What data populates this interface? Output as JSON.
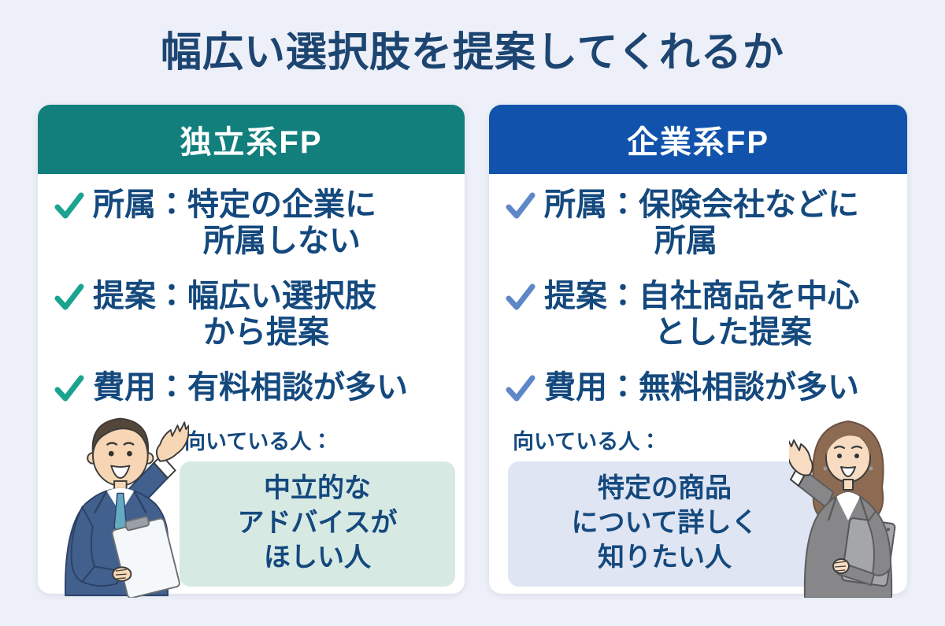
{
  "page": {
    "title": "幅広い選択肢を提案してくれるか",
    "bg": "#edf0f8",
    "title_color": "#1d4571",
    "text_color": "#14497e"
  },
  "cards": [
    {
      "header": "独立系FP",
      "header_bg": "#127f7d",
      "check_color": "#1aa38e",
      "fit_box_bg": "#d7e9e3",
      "items": [
        {
          "lines": [
            "所属：特定の企業に",
            "所属しない"
          ]
        },
        {
          "lines": [
            "提案：幅広い選択肢",
            "から提案"
          ]
        },
        {
          "lines": [
            "費用：有料相談が多い"
          ]
        }
      ],
      "fit_label": "向いている人：",
      "fit_lines": [
        "中立的な",
        "アドバイスが",
        "ほしい人"
      ],
      "person": "businessman-illustration"
    },
    {
      "header": "企業系FP",
      "header_bg": "#1153ac",
      "check_color": "#5e87c8",
      "fit_box_bg": "#dfe5f2",
      "items": [
        {
          "lines": [
            "所属：保険会社などに",
            "所属"
          ]
        },
        {
          "lines": [
            "提案：自社商品を中心",
            "とした提案"
          ]
        },
        {
          "lines": [
            "費用：無料相談が多い"
          ]
        }
      ],
      "fit_label": "向いている人：",
      "fit_lines": [
        "特定の商品",
        "について詳しく",
        "知りたい人"
      ],
      "person": "businesswoman-illustration"
    }
  ]
}
